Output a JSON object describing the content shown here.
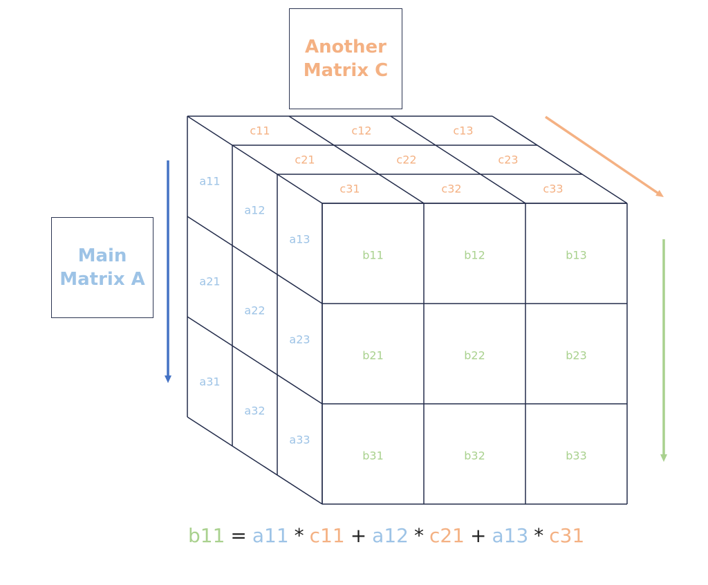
{
  "colors": {
    "a": "#9dc3e6",
    "b": "#a9d18e",
    "c": "#f4b183",
    "line": "#222b4a",
    "arrow_a": "#4472c4",
    "op": "#222222"
  },
  "box_c": {
    "line1": "Another",
    "line2": "Matrix C"
  },
  "box_a": {
    "line1": "Main",
    "line2": "Matrix A"
  },
  "matrix_c": [
    [
      "c11",
      "c12",
      "c13"
    ],
    [
      "c21",
      "c22",
      "c23"
    ],
    [
      "c31",
      "c32",
      "c33"
    ]
  ],
  "matrix_a": [
    [
      "a11",
      "a12",
      "a13"
    ],
    [
      "a21",
      "a22",
      "a23"
    ],
    [
      "a31",
      "a32",
      "a33"
    ]
  ],
  "matrix_b": [
    [
      "b11",
      "b12",
      "b13"
    ],
    [
      "b21",
      "b22",
      "b23"
    ],
    [
      "b31",
      "b32",
      "b33"
    ]
  ],
  "formula": [
    {
      "t": "b11",
      "k": "b"
    },
    {
      "t": "=",
      "k": "op"
    },
    {
      "t": "a11",
      "k": "a"
    },
    {
      "t": "*",
      "k": "op"
    },
    {
      "t": "c11",
      "k": "c"
    },
    {
      "t": "+",
      "k": "op"
    },
    {
      "t": "a12",
      "k": "a"
    },
    {
      "t": "*",
      "k": "op"
    },
    {
      "t": "c21",
      "k": "c"
    },
    {
      "t": "+",
      "k": "op"
    },
    {
      "t": "a13",
      "k": "a"
    },
    {
      "t": "*",
      "k": "op"
    },
    {
      "t": "c31",
      "k": "c"
    }
  ]
}
